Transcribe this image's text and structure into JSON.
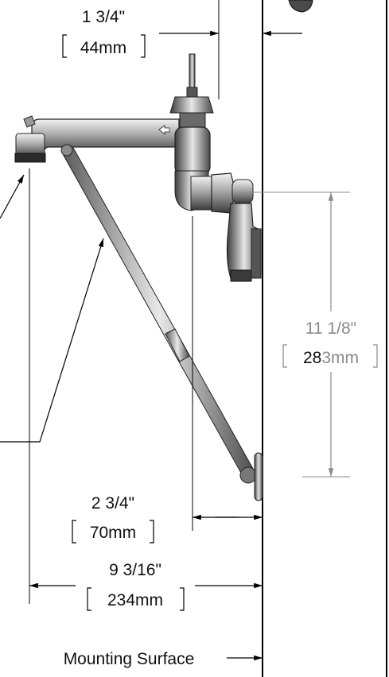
{
  "dimensions": {
    "top_imperial": "1 3/4\"",
    "top_metric": "44mm",
    "right_imperial": "11 1/8\"",
    "right_metric_prefix": "28",
    "right_metric_suffix": "3mm",
    "offset_imperial": "2 3/4\"",
    "offset_metric": "70mm",
    "overall_imperial": "9 3/16\"",
    "overall_metric": "234mm"
  },
  "labels": {
    "mounting_surface": "Mounting Surface"
  },
  "colors": {
    "line": "#000000",
    "gray_dimension": "#8a8a8a",
    "metal_dark": "#3d3d3d",
    "metal_mid": "#8c8c8c",
    "metal_light": "#d4d4d4"
  }
}
